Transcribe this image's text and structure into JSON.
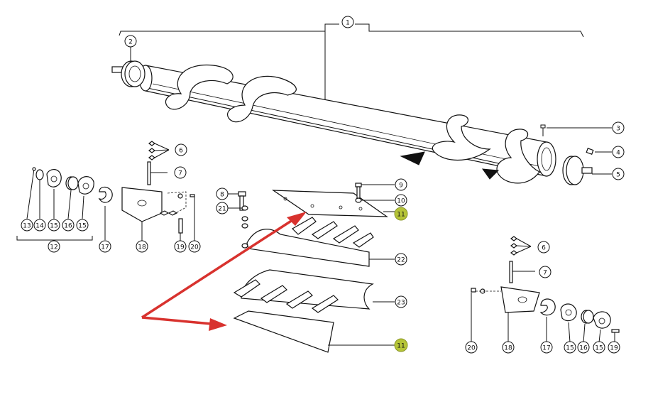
{
  "colors": {
    "line": "#111111",
    "highlight": "#b5c437",
    "arrow": "#d8322e",
    "background": "#ffffff"
  },
  "callouts": [
    {
      "id": "c1",
      "label": "1"
    },
    {
      "id": "c2",
      "label": "2"
    },
    {
      "id": "c3",
      "label": "3"
    },
    {
      "id": "c4",
      "label": "4"
    },
    {
      "id": "c5",
      "label": "5"
    },
    {
      "id": "c6a",
      "label": "6"
    },
    {
      "id": "c7a",
      "label": "7"
    },
    {
      "id": "c8",
      "label": "8"
    },
    {
      "id": "c9",
      "label": "9"
    },
    {
      "id": "c10",
      "label": "10"
    },
    {
      "id": "c11a",
      "label": "11",
      "highlighted": true
    },
    {
      "id": "c21a",
      "label": "21"
    },
    {
      "id": "c22",
      "label": "22"
    },
    {
      "id": "c23",
      "label": "23"
    },
    {
      "id": "c11b",
      "label": "11",
      "highlighted": true
    },
    {
      "id": "c13",
      "label": "13"
    },
    {
      "id": "c14",
      "label": "14"
    },
    {
      "id": "c15a",
      "label": "15"
    },
    {
      "id": "c16a",
      "label": "16"
    },
    {
      "id": "c15b",
      "label": "15"
    },
    {
      "id": "c12",
      "label": "12"
    },
    {
      "id": "c17a",
      "label": "17"
    },
    {
      "id": "c18a",
      "label": "18"
    },
    {
      "id": "c19a",
      "label": "19"
    },
    {
      "id": "c20a",
      "label": "20"
    },
    {
      "id": "c6b",
      "label": "6"
    },
    {
      "id": "c7b",
      "label": "7"
    },
    {
      "id": "c20b",
      "label": "20"
    },
    {
      "id": "c18b",
      "label": "18"
    },
    {
      "id": "c17b",
      "label": "17"
    },
    {
      "id": "c15c",
      "label": "15"
    },
    {
      "id": "c16b",
      "label": "16"
    },
    {
      "id": "c15d",
      "label": "15"
    },
    {
      "id": "c19b",
      "label": "19"
    }
  ]
}
